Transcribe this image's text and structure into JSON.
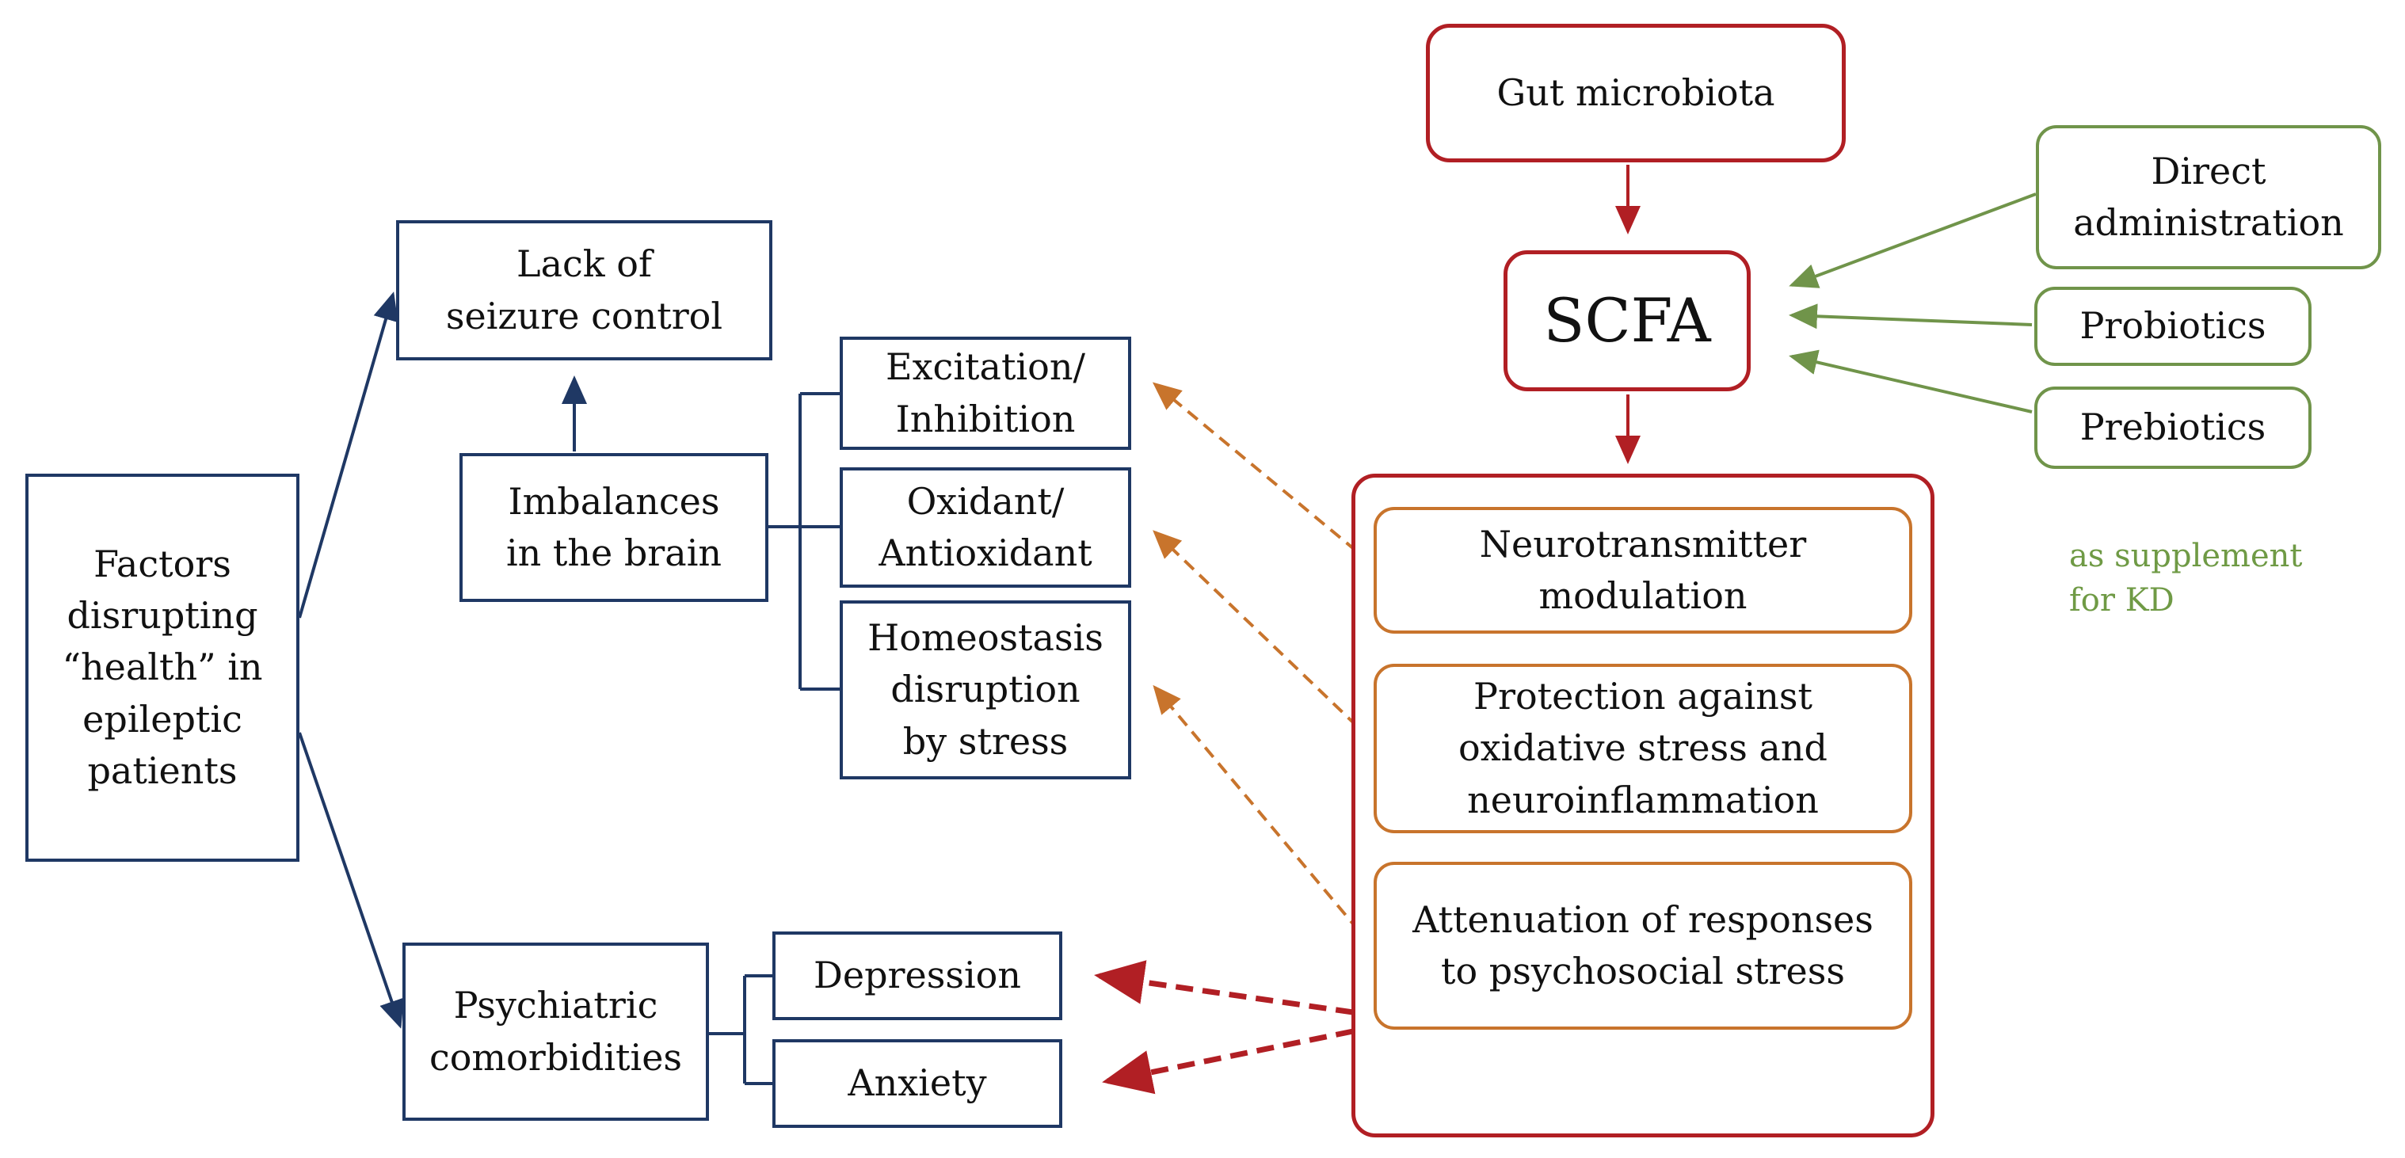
{
  "colors": {
    "navy": "#1f3864",
    "red": "#b11f24",
    "orange": "#c8742c",
    "green": "#70944a",
    "dark_red_dashed": "#b11f24"
  },
  "nodes": {
    "factors": "Factors\ndisrupting\n“health” in\nepileptic\npatients",
    "lack_seizure_control": "Lack of\nseizure control",
    "imbalances_brain": "Imbalances\nin the brain",
    "excitation_inhibition": "Excitation/\nInhibition",
    "oxidant_antioxidant": "Oxidant/\nAntioxidant",
    "homeostasis_stress": "Homeostasis\ndisruption\nby stress",
    "psychiatric_comorbidities": "Psychiatric\ncomorbidities",
    "depression": "Depression",
    "anxiety": "Anxiety",
    "gut_microbiota": "Gut microbiota",
    "scfa": "SCFA",
    "neurotransmitter_modulation": "Neurotransmitter\nmodulation",
    "protection_oxidative": "Protection against\noxidative stress and\nneuroinflammation",
    "attenuation_stress": "Attenuation of responses\nto psychosocial stress",
    "direct_administration": "Direct\nadministration",
    "probiotics": "Probiotics",
    "prebiotics": "Prebiotics",
    "supplement_note": "as supplement\n for KD"
  },
  "edges": [
    {
      "from": "factors",
      "to": "lack_seizure_control",
      "style": "solid",
      "color": "navy"
    },
    {
      "from": "factors",
      "to": "psychiatric_comorbidities",
      "style": "solid",
      "color": "navy"
    },
    {
      "from": "imbalances_brain",
      "to": "lack_seizure_control",
      "style": "solid",
      "color": "navy"
    },
    {
      "from": "imbalances_brain",
      "to": [
        "excitation_inhibition",
        "oxidant_antioxidant",
        "homeostasis_stress"
      ],
      "style": "bracket",
      "color": "navy"
    },
    {
      "from": "psychiatric_comorbidities",
      "to": [
        "depression",
        "anxiety"
      ],
      "style": "bracket",
      "color": "navy"
    },
    {
      "from": "gut_microbiota",
      "to": "scfa",
      "style": "solid",
      "color": "red"
    },
    {
      "from": "scfa",
      "to": "effects_group",
      "style": "solid",
      "color": "red"
    },
    {
      "from": "direct_administration",
      "to": "scfa",
      "style": "solid",
      "color": "green"
    },
    {
      "from": "probiotics",
      "to": "scfa",
      "style": "solid",
      "color": "green"
    },
    {
      "from": "prebiotics",
      "to": "scfa",
      "style": "solid",
      "color": "green"
    },
    {
      "from": "neurotransmitter_modulation",
      "to": "excitation_inhibition",
      "style": "dashed",
      "color": "orange"
    },
    {
      "from": "protection_oxidative",
      "to": "oxidant_antioxidant",
      "style": "dashed",
      "color": "orange"
    },
    {
      "from": "attenuation_stress",
      "to": "homeostasis_stress",
      "style": "dashed",
      "color": "orange"
    },
    {
      "from": "effects_group",
      "to": "depression",
      "style": "dashed-bold",
      "color": "red"
    },
    {
      "from": "effects_group",
      "to": "anxiety",
      "style": "dashed-bold",
      "color": "red"
    }
  ]
}
